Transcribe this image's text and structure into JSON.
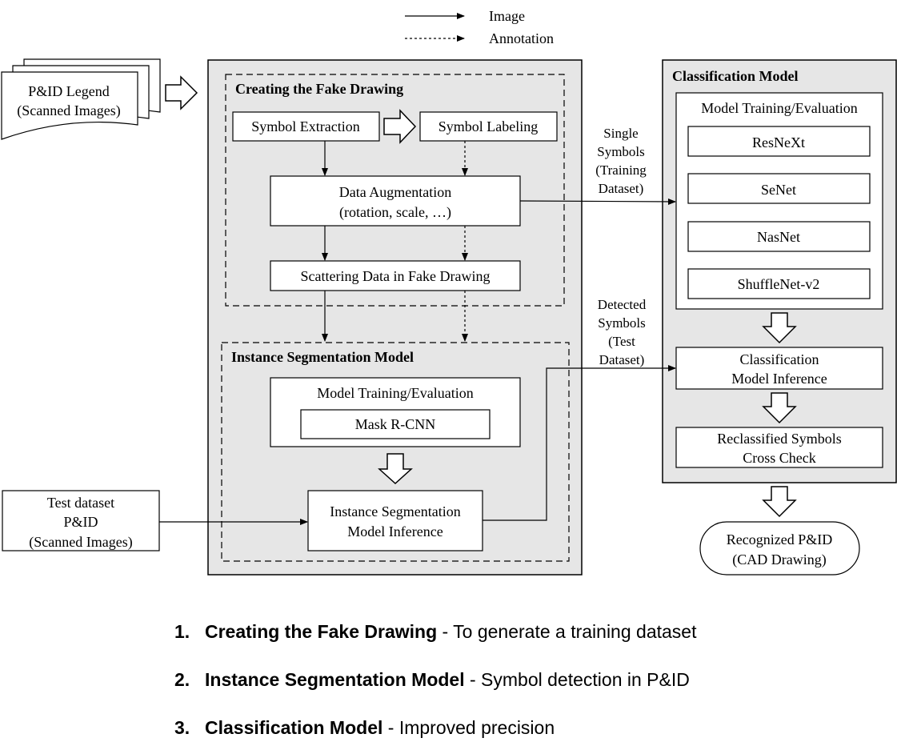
{
  "legend": {
    "image_label": "Image",
    "annotation_label": "Annotation"
  },
  "inputs": {
    "legend_doc": [
      "P&ID Legend",
      "(Scanned Images)"
    ],
    "test_dataset": [
      "Test dataset",
      "P&ID",
      "(Scanned Images)"
    ]
  },
  "fake_drawing": {
    "title": "Creating the Fake Drawing",
    "symbol_extraction": "Symbol Extraction",
    "symbol_labeling": "Symbol Labeling",
    "data_augmentation": [
      "Data Augmentation",
      "(rotation, scale, …)"
    ],
    "scattering": "Scattering Data in Fake Drawing"
  },
  "instance_seg": {
    "title": "Instance Segmentation Model",
    "training": "Model Training/Evaluation",
    "mask_rcnn": "Mask R-CNN",
    "inference": [
      "Instance Segmentation",
      "Model Inference"
    ]
  },
  "classification": {
    "title": "Classification Model",
    "training": "Model Training/Evaluation",
    "models": [
      "ResNeXt",
      "SeNet",
      "NasNet",
      "ShuffleNet-v2"
    ],
    "inference": [
      "Classification",
      "Model Inference"
    ],
    "reclassified": [
      "Reclassified Symbols",
      "Cross Check"
    ]
  },
  "connector_labels": {
    "single_symbols": [
      "Single",
      "Symbols",
      "(Training",
      "Dataset)"
    ],
    "detected_symbols": [
      "Detected",
      "Symbols",
      "(Test",
      "Dataset)"
    ]
  },
  "output": [
    "Recognized P&ID",
    "(CAD Drawing)"
  ],
  "steps": [
    {
      "num": "1.",
      "name": "Creating the Fake Drawing",
      "desc": " - To generate a training dataset"
    },
    {
      "num": "2.",
      "name": "Instance Segmentation Model",
      "desc": " - Symbol detection in P&ID"
    },
    {
      "num": "3.",
      "name": "Classification Model",
      "desc": " - Improved precision"
    }
  ],
  "colors": {
    "panel_fill": "#e6e6e6",
    "stroke": "#000000",
    "box_fill": "#ffffff"
  }
}
